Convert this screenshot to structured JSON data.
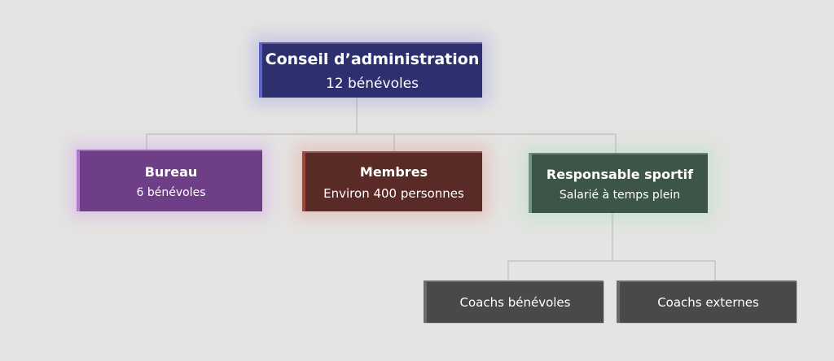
{
  "org_chart": {
    "conseil": {
      "title": "Conseil d’administration",
      "subtitle": "12 bénévoles",
      "color": "#2e2f6e"
    },
    "bureau": {
      "title": "Bureau",
      "subtitle": "6 bénévoles",
      "color": "#6e3f86"
    },
    "membres": {
      "title": "Membres",
      "subtitle": "Environ 400 personnes",
      "color": "#5a2b26"
    },
    "responsable": {
      "title": "Responsable sportif",
      "subtitle": "Salarié à temps plein",
      "color": "#3d5548"
    },
    "coachs_benevoles": {
      "label": "Coachs bénévoles",
      "color": "#494949"
    },
    "coachs_externes": {
      "label": "Coachs externes",
      "color": "#494949"
    },
    "connector_color": "#c4c4c4"
  }
}
